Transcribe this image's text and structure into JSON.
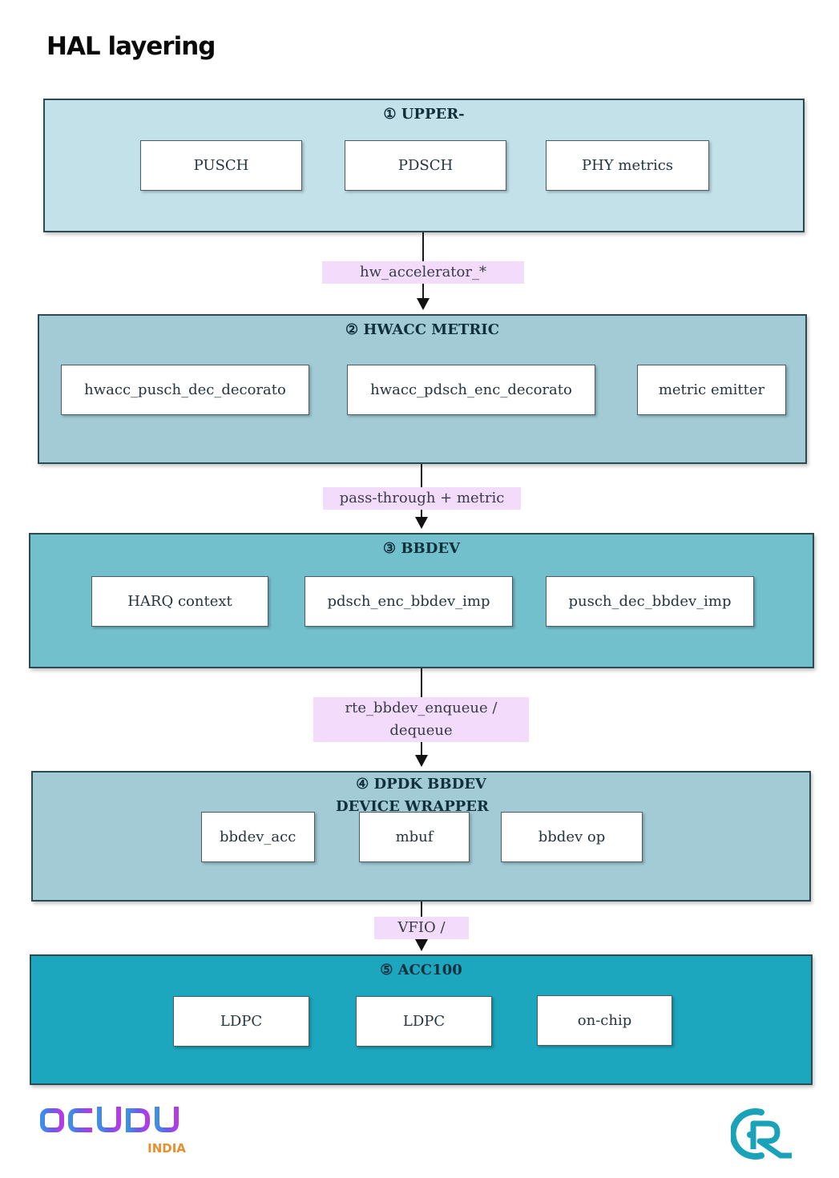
{
  "page": {
    "title": "HAL layering"
  },
  "layers": [
    {
      "title": "① UPPER-",
      "color": "#c3e1e8",
      "boxes": [
        "PUSCH",
        "PDSCH",
        "PHY metrics"
      ]
    },
    {
      "title": "② HWACC METRIC",
      "color": "#a2cbd6",
      "boxes": [
        "hwacc_pusch_dec_decorato",
        "hwacc_pdsch_enc_decorato",
        "metric emitter"
      ]
    },
    {
      "title": "③ BBDEV",
      "color": "#73c0cd",
      "boxes": [
        "HARQ context",
        "pdsch_enc_bbdev_imp",
        "pusch_dec_bbdev_imp"
      ]
    },
    {
      "title": "④  DPDK BBDEV",
      "title_line2": "DEVICE WRAPPER",
      "color": "#a2cbd6",
      "boxes": [
        "bbdev_acc",
        "mbuf",
        "bbdev op"
      ]
    },
    {
      "title": "⑤ ACC100",
      "color": "#1ca7bf",
      "boxes": [
        "LDPC",
        "LDPC",
        "on-chip"
      ]
    }
  ],
  "connectors": [
    {
      "label": "hw_accelerator_*"
    },
    {
      "label": "pass-through + metric"
    },
    {
      "label_line1": "rte_bbdev_enqueue /",
      "label_line2": "dequeue"
    },
    {
      "label": "VFIO /"
    }
  ],
  "logos": {
    "left": "OCUDU",
    "left_sub": "INDIA",
    "right": "R"
  }
}
